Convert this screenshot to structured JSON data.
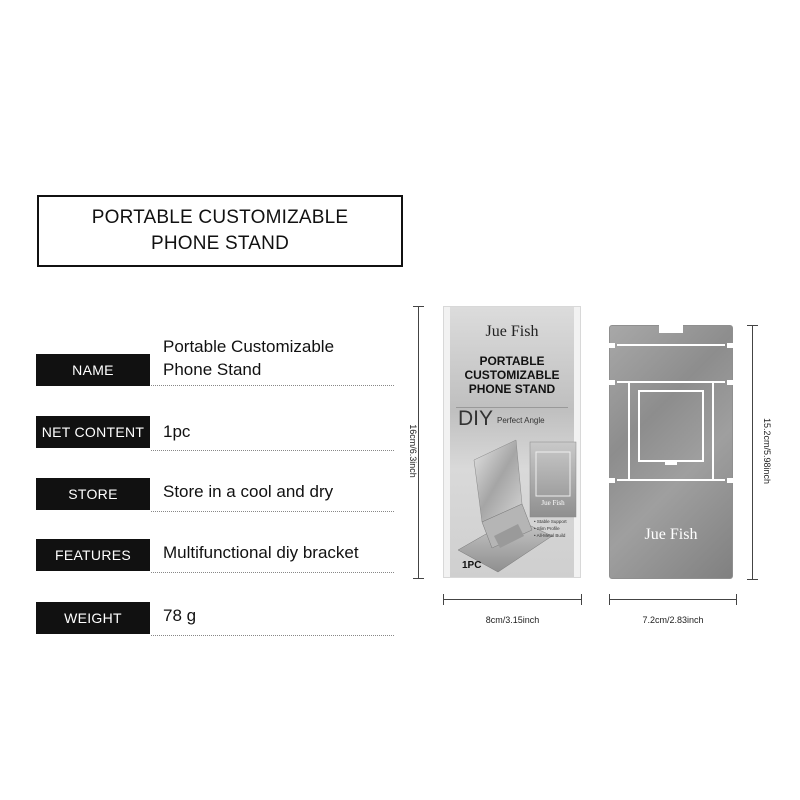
{
  "title": {
    "line1": "PORTABLE CUSTOMIZABLE",
    "line2": "PHONE STAND"
  },
  "specs": [
    {
      "label": "NAME",
      "value_line1": "Portable Customizable",
      "value_line2": "Phone Stand"
    },
    {
      "label": "NET  CONTENT",
      "value_line1": "1pc"
    },
    {
      "label": "STORE",
      "value_line1": "Store in a cool and dry"
    },
    {
      "label": "FEATURES",
      "value_line1": "Multifunctional diy bracket"
    },
    {
      "label": "WEIGHT",
      "value_line1": "78 g"
    }
  ],
  "package": {
    "brand": "Jue Fish",
    "title_line1": "PORTABLE",
    "title_line2": "CUSTOMIZABLE",
    "title_line3": "PHONE STAND",
    "diy": "DIY",
    "diy_sub": "Perfect Angle",
    "inset_brand": "Jue Fish",
    "features": [
      "• Stable Support",
      "• Slim Profile",
      "• All-Metal Build"
    ],
    "qty": "1PC",
    "height_label": "16cm/6.3inch",
    "width_label": "8cm/3.15inch"
  },
  "plate": {
    "brand": "Jue Fish",
    "height_label": "15.2cm/5.98inch",
    "width_label": "7.2cm/2.83inch"
  },
  "colors": {
    "label_bg": "#111111",
    "label_text": "#ffffff",
    "metal": "#9a9a9a"
  }
}
